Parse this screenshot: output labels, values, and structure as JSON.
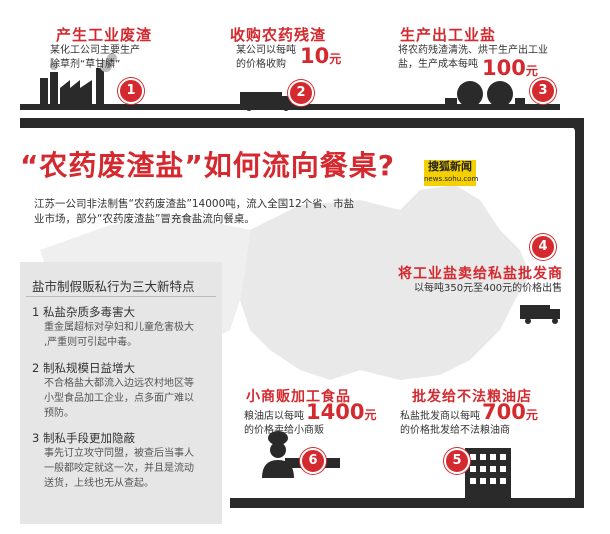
{
  "steps": [
    {
      "num": "1",
      "title": "产生工业废渣",
      "desc": [
        "某化工公司主要生产",
        "除草剂“草甘膦”"
      ]
    },
    {
      "num": "2",
      "title": "收购农药残渣",
      "desc_lines": [
        "某公司以每吨",
        "的价格收购"
      ],
      "value": "10",
      "unit": "元"
    },
    {
      "num": "3",
      "title": "生产出工业盐",
      "desc_lines": [
        "将农药残渣清洗、烘干生产出工业",
        "盐，生产成本每吨"
      ],
      "value": "100",
      "unit": "元"
    },
    {
      "num": "4",
      "title": "将工业盐卖给私盐批发商",
      "desc": "以每吨350元至400元的价格出售"
    },
    {
      "num": "5",
      "title": "批发给不法粮油店",
      "desc_lines": [
        "私盐批发商以每吨",
        "的价格批发给不法粮油商"
      ],
      "value": "700",
      "unit": "元"
    },
    {
      "num": "6",
      "title": "小商贩加工食品",
      "desc_lines": [
        "粮油店以每吨",
        "的价格卖给小商贩"
      ],
      "value": "1400",
      "unit": "元"
    }
  ],
  "headline": "“农药废渣盐”如何流向餐桌?",
  "logo": {
    "name": "搜狐新闻",
    "url": "news.sohu.com"
  },
  "intro": [
    "江苏一公司非法制售“农药废渣盐”14000吨，流入全国12个省、市盐",
    "业市场，部分“农药废渣盐”冒充食盐流向餐桌。"
  ],
  "sidebar": {
    "title": "盐市制假贩私行为三大新特点",
    "items": [
      {
        "title": "1 私盐杂质多毒害大",
        "lines": [
          "重金属超标对孕妇和儿童危害极大",
          ",严重则可引起中毒。"
        ]
      },
      {
        "title": "2 制私规模日益增大",
        "lines": [
          "不合格盐大都流入边远农村地区等",
          "小型食品加工企业，点多面广难以",
          "预防。"
        ]
      },
      {
        "title": "3 制私手段更加隐蔽",
        "lines": [
          "事先订立攻守同盟，被查后当事人",
          "一般都咬定就这一次，并且是流动",
          "送货，上线也无从查起。"
        ]
      }
    ]
  },
  "colors": {
    "accent": "#d42a2f",
    "pipe": "#2a2a2a",
    "map": "#e9e9e9"
  }
}
